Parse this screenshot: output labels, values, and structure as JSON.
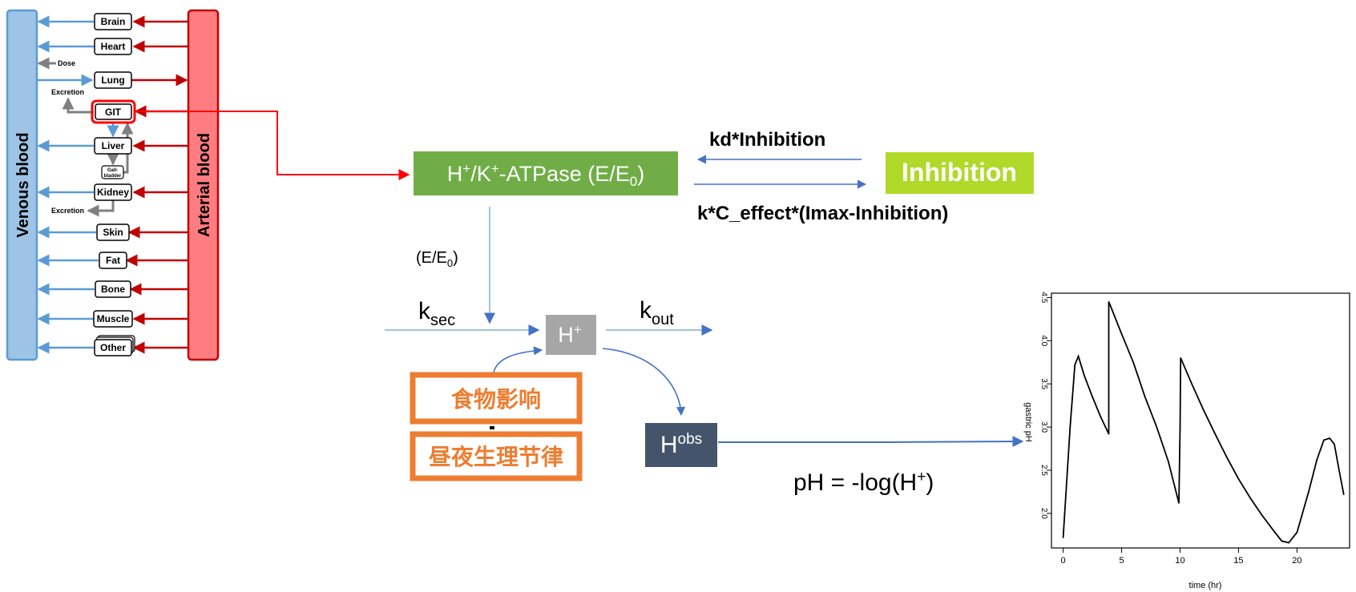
{
  "pbpk": {
    "venous_label": "Venous blood",
    "arterial_label": "Arterial blood",
    "organs": [
      "Brain",
      "Heart",
      "Lung",
      "GIT",
      "Liver",
      "Kidney",
      "Skin",
      "Fat",
      "Bone",
      "Muscle",
      "Other"
    ],
    "dose_label": "Dose",
    "excretion_label": "Excretion",
    "gallbladder_line1": "Gall-",
    "gallbladder_line2": "bladder"
  },
  "pd": {
    "atpase_prefix": "H",
    "atpase_sup1": "+",
    "atpase_mid": "/K",
    "atpase_sup2": "+",
    "atpase_suffix": "-ATPase (E/E",
    "atpase_sub": "0",
    "atpase_close": ")",
    "inhibition_box": "Inhibition",
    "kd_label": "kd*Inhibition",
    "k_label": "k*C_effect*(Imax-Inhibition)",
    "ratio_main": "(E/E",
    "ratio_sub": "0",
    "ratio_close": ")",
    "k_main": "k",
    "ksec_sub": "sec",
    "kout_sub": "out",
    "h_main": "H",
    "h_sup": "+",
    "hobs_sup": "obs",
    "food_label": "食物影响",
    "circadian_label": "昼夜生理节律",
    "ph_prefix": "pH = -log(H",
    "ph_sup": "+",
    "ph_suffix": ")"
  },
  "colors": {
    "venous": "#9dc3e6",
    "arterial": "#ff7c80",
    "atpase": "#70ad47",
    "inhibition": "#b1d92a",
    "h_box": "#a6a6a6",
    "hobs_box": "#44546a",
    "orange": "#ed7d31",
    "blue_arrow": "#4472c4",
    "red_arrow": "#c00000"
  },
  "chart_data": {
    "type": "line",
    "xlabel": "time (hr)",
    "ylabel": "gastric pH",
    "xlim": [
      -1,
      24.5
    ],
    "ylim": [
      1.6,
      4.55
    ],
    "xticks": [
      0,
      5,
      10,
      15,
      20
    ],
    "yticks": [
      2.0,
      2.5,
      3.0,
      3.5,
      4.0,
      4.5
    ],
    "series": [
      {
        "name": "gastric pH",
        "x": [
          0,
          0.6,
          1.0,
          1.3,
          1.8,
          2.5,
          3.2,
          3.9,
          3.9,
          4.0,
          5.0,
          6.0,
          7.0,
          8.0,
          9.0,
          9.9,
          10.0,
          10.05,
          11.0,
          12.0,
          13.0,
          14.0,
          15.0,
          16.0,
          17.0,
          18.0,
          18.7,
          19.3,
          20.0,
          21.0,
          21.7,
          22.3,
          22.8,
          23.2,
          23.6,
          24.0
        ],
        "y": [
          1.72,
          3.0,
          3.72,
          3.82,
          3.6,
          3.35,
          3.12,
          2.92,
          4.45,
          4.42,
          4.08,
          3.75,
          3.35,
          3.0,
          2.6,
          2.12,
          3.0,
          3.8,
          3.5,
          3.2,
          2.92,
          2.65,
          2.4,
          2.18,
          1.98,
          1.8,
          1.68,
          1.66,
          1.78,
          2.25,
          2.62,
          2.85,
          2.87,
          2.8,
          2.5,
          2.22
        ]
      }
    ]
  }
}
